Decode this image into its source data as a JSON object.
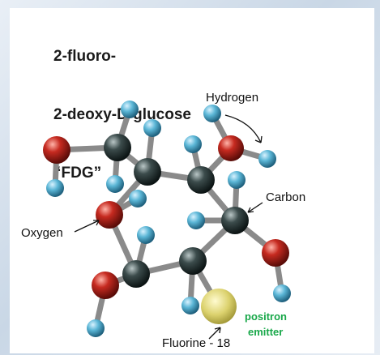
{
  "title": {
    "line1": "2-fluoro-",
    "line2": "2-deoxy-D-glucose",
    "line3": "“FDG”"
  },
  "labels": {
    "hydrogen": "Hydrogen",
    "carbon": "Carbon",
    "oxygen": "Oxygen",
    "fluorine": "Fluorine - 18",
    "positron_line1": "positron",
    "positron_line2": "emitter"
  },
  "colors": {
    "hydrogen": "#4aa8c8",
    "carbon": "#2a3a3a",
    "oxygen": "#b01e18",
    "fluorine": "#d8cf6a",
    "bond": "#8a8a8a",
    "emitter_text": "#19a84a"
  }
}
